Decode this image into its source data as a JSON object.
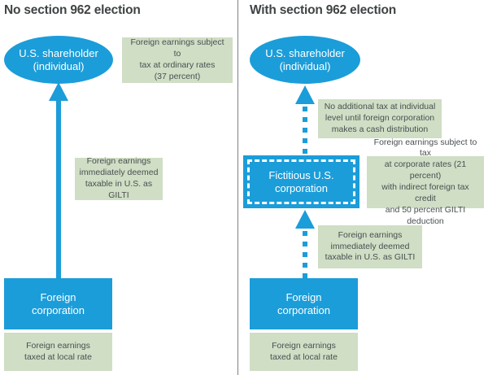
{
  "panels": [
    {
      "title": "No section 962 election",
      "nodes": {
        "shareholder": "U.S. shareholder\n(individual)",
        "shareholder_line1": "U.S. shareholder",
        "shareholder_line2": "(individual)",
        "foreign_corp_line1": "Foreign",
        "foreign_corp_line2": "corporation"
      },
      "annotations": {
        "top": "Foreign earnings subject to tax at ordinary rates (37 percent)",
        "top_lines": [
          "Foreign earnings subject to",
          "tax at ordinary rates",
          "(37 percent)"
        ],
        "middle": "Foreign earnings immediately deemed taxable in U.S. as GILTI",
        "middle_lines": [
          "Foreign earnings",
          "immediately deemed",
          "taxable in U.S. as GILTI"
        ],
        "bottom": "Foreign earnings taxed at local rate",
        "bottom_lines": [
          "Foreign earnings",
          "taxed at local rate"
        ]
      },
      "arrow_style": "solid"
    },
    {
      "title": "With section 962 election",
      "nodes": {
        "shareholder_line1": "U.S. shareholder",
        "shareholder_line2": "(individual)",
        "fictitious_line1": "Fictitious U.S.",
        "fictitious_line2": "corporation",
        "foreign_corp_line1": "Foreign",
        "foreign_corp_line2": "corporation"
      },
      "annotations": {
        "top": "No additional tax at individual level until foreign corporation makes a cash distribution",
        "top_lines": [
          "No additional tax at individual",
          "level until foreign corporation",
          "makes a cash distribution"
        ],
        "corporate": "Foreign earnings subject to tax at corporate rates (21 percent) with indirect foreign tax credit and 50 percent GILTI deduction",
        "corporate_lines": [
          "Foreign earnings subject to tax",
          "at corporate rates (21 percent)",
          "with indirect foreign tax credit",
          "and 50 percent GILTI deduction"
        ],
        "middle": "Foreign earnings immediately deemed taxable in U.S. as GILTI",
        "middle_lines": [
          "Foreign earnings",
          "immediately deemed",
          "taxable in U.S. as GILTI"
        ],
        "bottom": "Foreign earnings taxed at local rate",
        "bottom_lines": [
          "Foreign earnings",
          "taxed at local rate"
        ]
      },
      "arrow_style": "dashed"
    }
  ],
  "colors": {
    "node_blue": "#1b9dd9",
    "annotation_green": "#cfdec4",
    "title_gray": "#3f4345",
    "annotation_text": "#4a4f52",
    "divider_gray": "#7d8386",
    "background": "#ffffff"
  }
}
